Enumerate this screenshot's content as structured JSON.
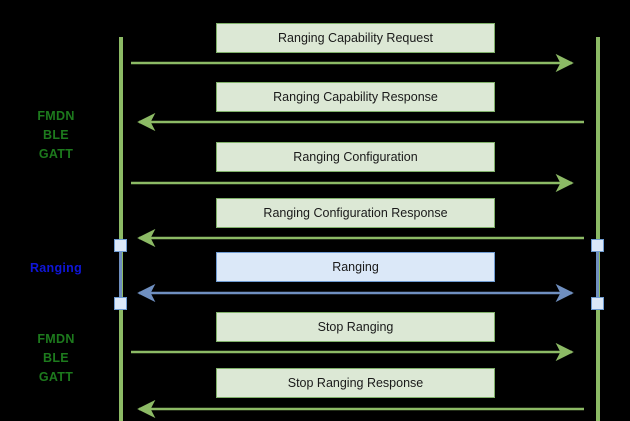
{
  "diagram": {
    "background_color": "#000000",
    "lifelines": [
      {
        "name": "left-participant-lifeline",
        "color": "#8cba65"
      },
      {
        "name": "right-participant-lifeline",
        "color": "#8cba65"
      }
    ],
    "phase_labels": [
      {
        "text": "FMDN\nBLE\nGATT",
        "color": "#1d7a1d"
      },
      {
        "text": "Ranging",
        "color": "#1016d8"
      },
      {
        "text": "FMDN\nBLE\nGATT",
        "color": "#1d7a1d"
      }
    ],
    "messages": [
      {
        "label": "Ranging Capability Request",
        "direction": "right",
        "style": "green"
      },
      {
        "label": "Ranging Capability Response",
        "direction": "left",
        "style": "green"
      },
      {
        "label": "Ranging Configuration",
        "direction": "right",
        "style": "green"
      },
      {
        "label": "Ranging Configuration Response",
        "direction": "left",
        "style": "green"
      },
      {
        "label": "Ranging",
        "direction": "both",
        "style": "blue"
      },
      {
        "label": "Stop Ranging",
        "direction": "right",
        "style": "green"
      },
      {
        "label": "Stop Ranging Response",
        "direction": "left",
        "style": "green"
      }
    ],
    "colors": {
      "arrow_green": "#8cba65",
      "arrow_blue": "#6f8fc0",
      "box_green_fill": "#dce8d5",
      "box_green_border": "#7fb069",
      "box_blue_fill": "#dbe8f8",
      "box_blue_border": "#6f9bd1",
      "text": "#1a1a1a"
    }
  }
}
